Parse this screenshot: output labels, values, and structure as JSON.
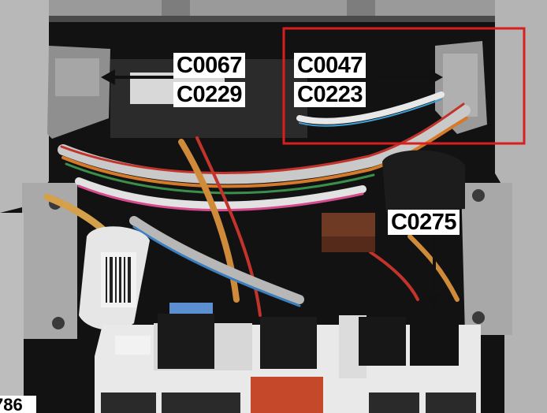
{
  "callouts": {
    "left_top": "C0067",
    "left_bottom": "C0229",
    "right_top": "C0047",
    "right_bottom": "C0223",
    "lower": "C0275"
  },
  "corner_id": "786",
  "colors": {
    "highlight_box": "#d81e1e",
    "label_bg": "#ffffff",
    "arrow": "#111111"
  }
}
